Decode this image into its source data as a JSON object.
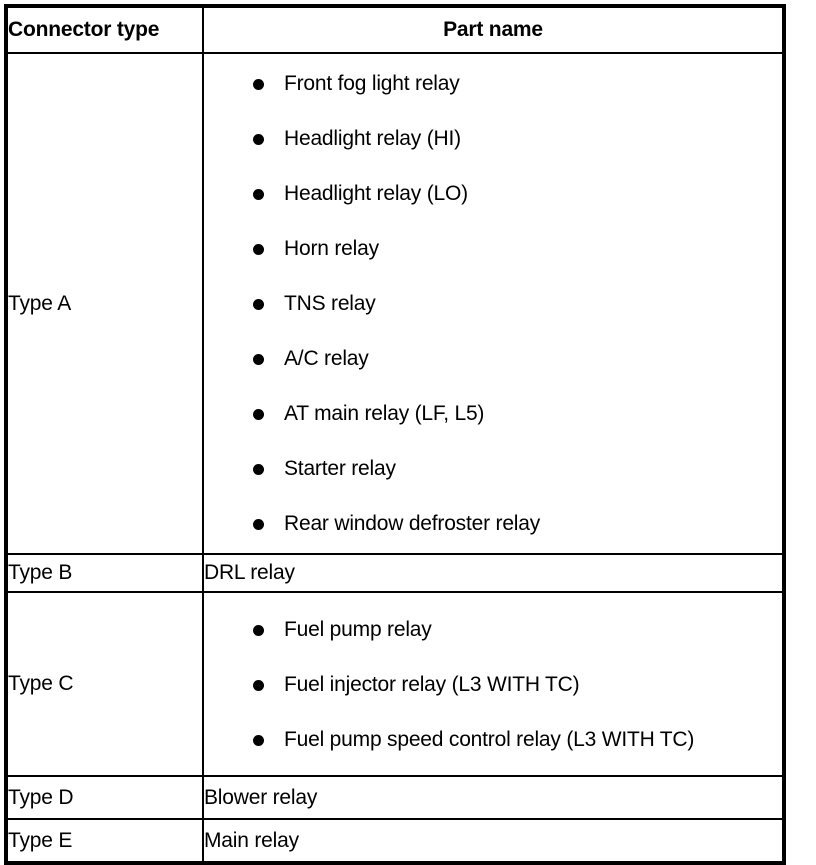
{
  "table": {
    "headers": {
      "connector_type": "Connector type",
      "part_name": "Part name"
    },
    "rows": [
      {
        "type": "Type A",
        "style": "bulleted",
        "items": [
          "Front fog light relay",
          "Headlight relay (HI)",
          "Headlight relay (LO)",
          "Horn relay",
          "TNS relay",
          "A/C relay",
          "AT main relay (LF, L5)",
          "Starter relay",
          "Rear window defroster relay"
        ]
      },
      {
        "type": "Type B",
        "style": "plain",
        "items": [
          "DRL relay"
        ]
      },
      {
        "type": "Type C",
        "style": "bulleted",
        "items": [
          "Fuel pump relay",
          "Fuel injector relay (L3 WITH TC)",
          "Fuel pump speed control relay (L3 WITH TC)"
        ]
      },
      {
        "type": "Type D",
        "style": "plain",
        "items": [
          "Blower relay"
        ]
      },
      {
        "type": "Type E",
        "style": "plain",
        "items": [
          "Main relay"
        ]
      }
    ]
  },
  "colors": {
    "border": "#000000",
    "text": "#000000",
    "background": "#ffffff"
  }
}
